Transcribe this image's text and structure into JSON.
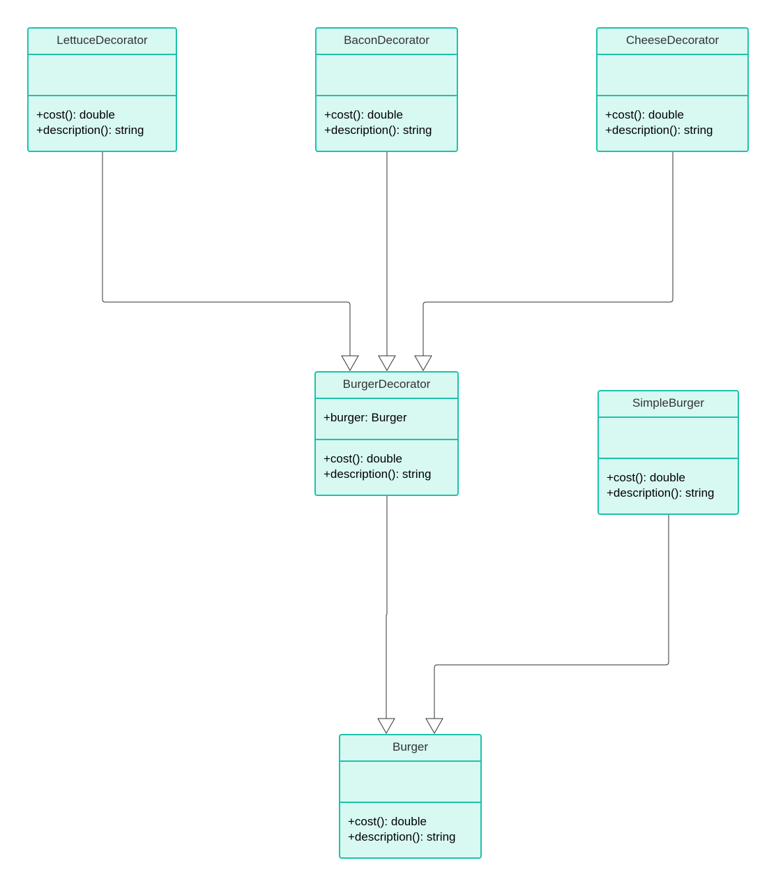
{
  "colors": {
    "box_border": "#1fc2aa",
    "box_fill": "#d8f8f2",
    "connector": "#333333"
  },
  "classes": {
    "lettuce": {
      "name": "LettuceDecorator",
      "attributes": [],
      "methods": [
        "+cost(): double",
        "+description(): string"
      ]
    },
    "bacon": {
      "name": "BaconDecorator",
      "attributes": [],
      "methods": [
        "+cost(): double",
        "+description(): string"
      ]
    },
    "cheese": {
      "name": "CheeseDecorator",
      "attributes": [],
      "methods": [
        "+cost(): double",
        "+description(): string"
      ]
    },
    "burger_decorator": {
      "name": "BurgerDecorator",
      "attributes": [
        "+burger: Burger"
      ],
      "methods": [
        "+cost(): double",
        "+description(): string"
      ]
    },
    "simple_burger": {
      "name": "SimpleBurger",
      "attributes": [],
      "methods": [
        "+cost(): double",
        "+description(): string"
      ]
    },
    "burger": {
      "name": "Burger",
      "attributes": [],
      "methods": [
        "+cost(): double",
        "+description(): string"
      ]
    }
  },
  "relationships": [
    {
      "from": "LettuceDecorator",
      "to": "BurgerDecorator",
      "type": "generalization"
    },
    {
      "from": "BaconDecorator",
      "to": "BurgerDecorator",
      "type": "generalization"
    },
    {
      "from": "CheeseDecorator",
      "to": "BurgerDecorator",
      "type": "generalization"
    },
    {
      "from": "BurgerDecorator",
      "to": "Burger",
      "type": "generalization"
    },
    {
      "from": "SimpleBurger",
      "to": "Burger",
      "type": "generalization"
    }
  ]
}
